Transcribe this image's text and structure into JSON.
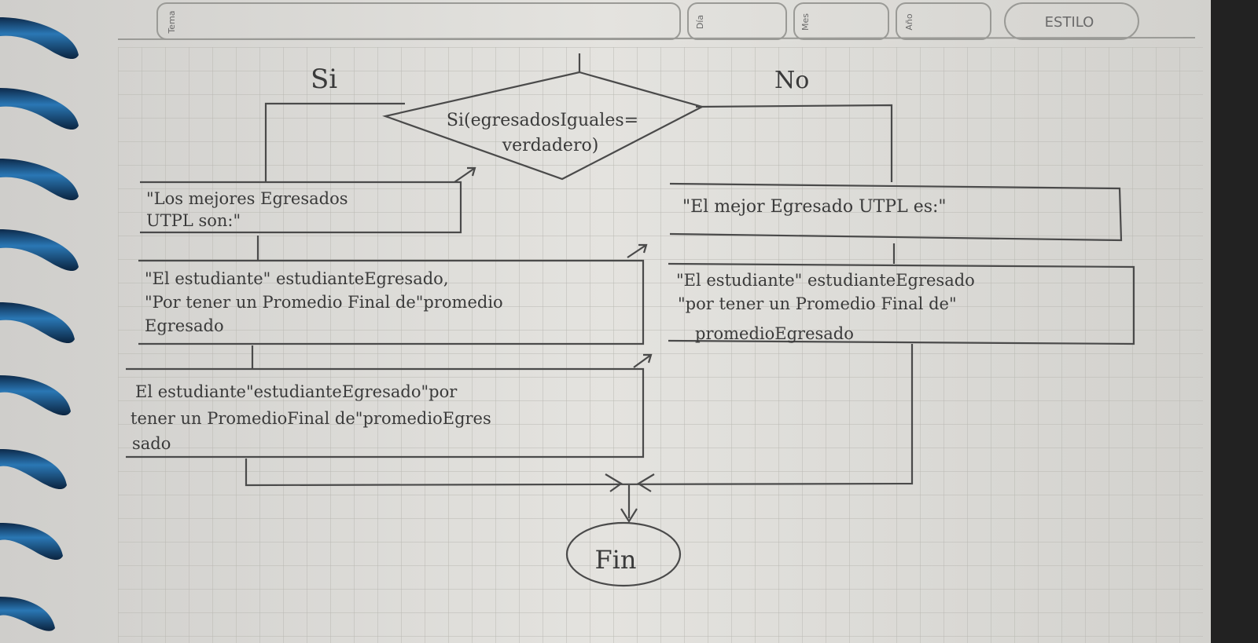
{
  "header": {
    "fields": [
      {
        "label": "Tema"
      },
      {
        "label": "Día"
      },
      {
        "label": "Mes"
      },
      {
        "label": "Año"
      }
    ],
    "brand": "ESTILO"
  },
  "flowchart": {
    "decision": {
      "lines": [
        "Si(egresadosIguales=",
        "verdadero)"
      ]
    },
    "branch_yes_label": "Si",
    "branch_no_label": "No",
    "yes_branch": [
      {
        "lines": [
          "\"Los mejores Egresados",
          "UTPL son:\""
        ]
      },
      {
        "lines": [
          "\"El estudiante\" estudianteEgresado,",
          "\"Por tener un Promedio Final de\"promedio",
          "Egresado"
        ]
      },
      {
        "lines": [
          "El estudiante\"estudianteEgresado\"por",
          "tener un PromedioFinal de\"promedioEgres",
          "sado"
        ]
      }
    ],
    "no_branch": [
      {
        "lines": [
          "\"El mejor Egresado UTPL es:\""
        ]
      },
      {
        "lines": [
          "\"El estudiante\" estudianteEgresado",
          "\"por tener un Promedio Final de\"",
          "promedioEgresado"
        ]
      }
    ],
    "terminal": "Fin"
  }
}
